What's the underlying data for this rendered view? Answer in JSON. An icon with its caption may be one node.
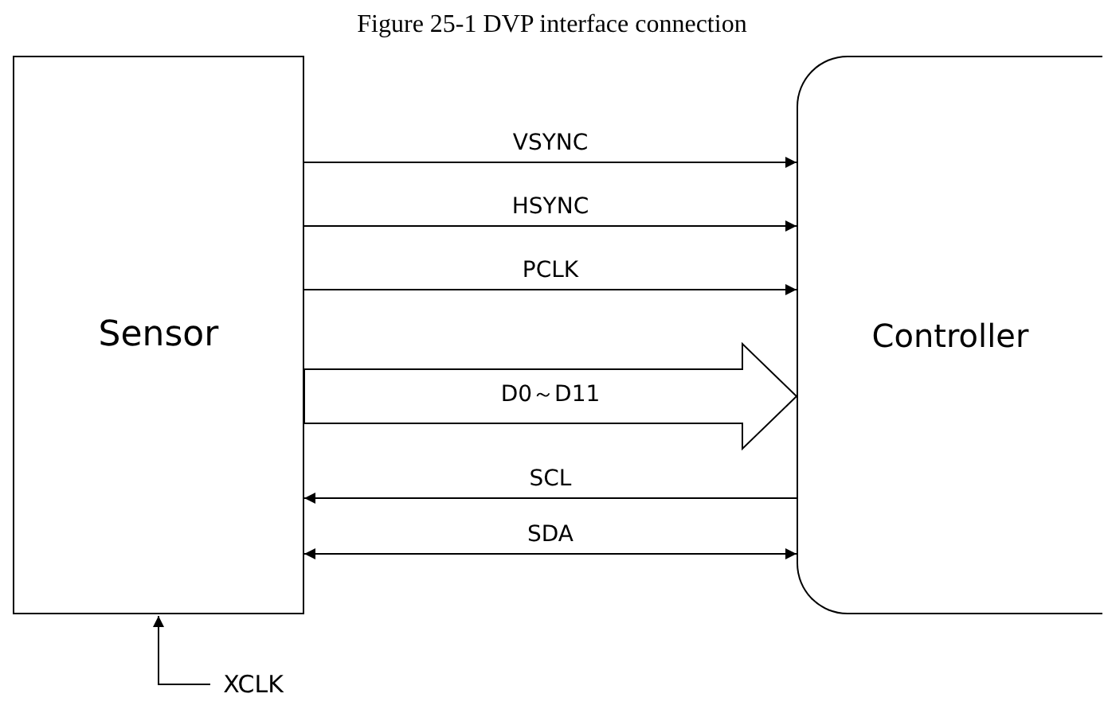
{
  "diagram": {
    "title": "Figure 25-1 DVP interface connection",
    "nodes": [
      {
        "text": [
          "Sensor"
        ]
      },
      {
        "text": [
          "Controller"
        ]
      },
      {
        "text": [
          "XCLK"
        ]
      }
    ],
    "edges": [
      {
        "from": 0,
        "to": 1,
        "arrow": "to",
        "label": "VSYNC"
      },
      {
        "from": 0,
        "to": 1,
        "arrow": "to",
        "label": "HSYNC"
      },
      {
        "from": 0,
        "to": 1,
        "arrow": "to",
        "label": "PCLK"
      },
      {
        "from": 0,
        "to": 1,
        "arrow": "to",
        "label": "D0～D11",
        "style": "thick"
      },
      {
        "from": 1,
        "to": 0,
        "arrow": "to",
        "label": "SCL"
      },
      {
        "from": 0,
        "to": 1,
        "arrow": "both",
        "label": "SDA"
      },
      {
        "from": 2,
        "to": 0,
        "arrow": "to"
      }
    ]
  }
}
